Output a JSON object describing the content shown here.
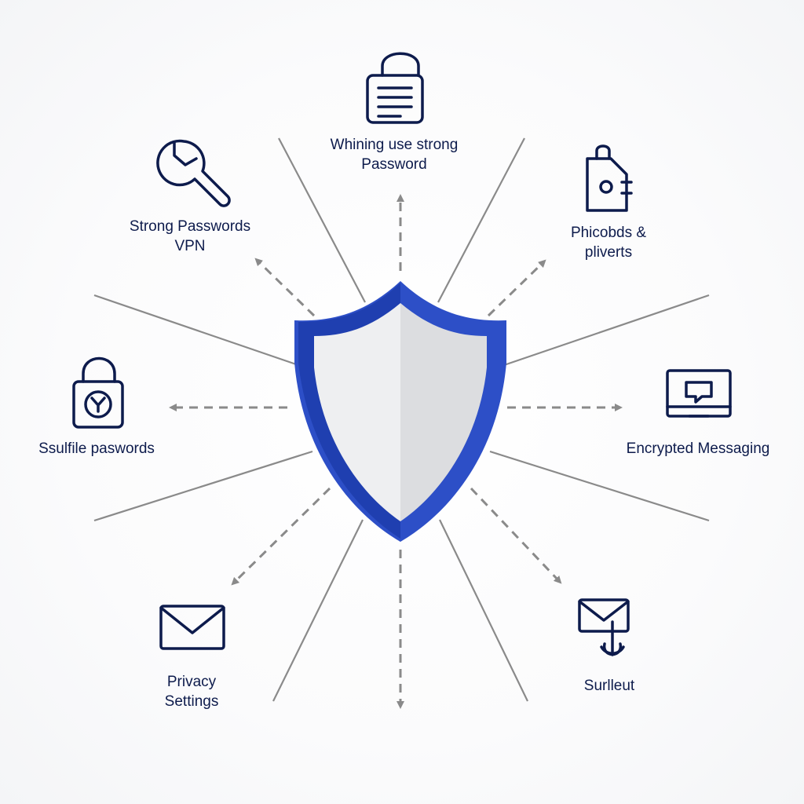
{
  "colors": {
    "navy": "#0d1b4c",
    "shield_blue": "#1f3fb0",
    "shield_fill_light": "#eeeff1",
    "shield_fill_dark": "#dcdde0",
    "spoke_gray": "#8a8a8a"
  },
  "nodes": [
    {
      "id": "top",
      "icon": "lock-document-icon",
      "lines": [
        "Whining use strong",
        "Password"
      ]
    },
    {
      "id": "top-left",
      "icon": "wrench-icon",
      "lines": [
        "Strong Passwords",
        "VPN"
      ]
    },
    {
      "id": "top-right",
      "icon": "shopping-bag-document-icon",
      "lines": [
        "Phicobds &",
        "pliverts"
      ]
    },
    {
      "id": "left",
      "icon": "padlock-icon",
      "lines": [
        "Ssulfile paswords"
      ]
    },
    {
      "id": "right",
      "icon": "monitor-message-icon",
      "lines": [
        "Encrypted Messaging"
      ]
    },
    {
      "id": "bottom-left",
      "icon": "envelope-icon",
      "lines": [
        "Privacy",
        "Settings"
      ]
    },
    {
      "id": "bottom-right",
      "icon": "envelope-hook-icon",
      "lines": [
        "Surlleut"
      ]
    }
  ]
}
